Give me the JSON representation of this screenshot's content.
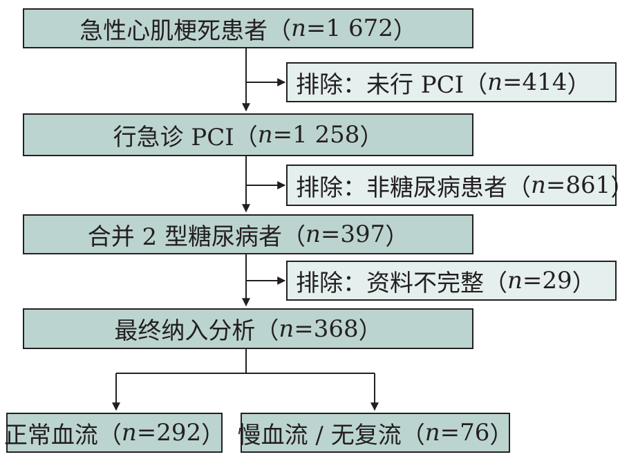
{
  "colors": {
    "main_box_fill": "#bcd4d0",
    "exclusion_box_fill": "#e4efee",
    "border": "#231f20"
  },
  "boxes": {
    "patients": {
      "label": "急性心肌梗死患者（",
      "n": "n",
      "value": "=1 672",
      "close": "）"
    },
    "exclude_no_pci": {
      "label": "排除：未行 PCI（",
      "n": "n",
      "value": "=414",
      "close": "）"
    },
    "emergency_pci": {
      "label": "行急诊 PCI（",
      "n": "n",
      "value": "=1 258",
      "close": "）"
    },
    "exclude_non_diabetic": {
      "label": "排除：非糖尿病患者（",
      "n": "n",
      "value": "=861",
      "close": "）"
    },
    "type2_diabetes": {
      "label": "合并 2 型糖尿病者（",
      "n": "n",
      "value": "=397",
      "close": "）"
    },
    "exclude_incomplete": {
      "label": "排除：资料不完整（",
      "n": "n",
      "value": "=29",
      "close": "）"
    },
    "final_analysis": {
      "label": "最终纳入分析（",
      "n": "n",
      "value": "=368",
      "close": "）"
    },
    "normal_flow": {
      "label": "正常血流（",
      "n": "n",
      "value": "=292",
      "close": "）"
    },
    "slow_no_reflow": {
      "label": "慢血流 / 无复流（",
      "n": "n",
      "value": "=76",
      "close": "）"
    }
  }
}
